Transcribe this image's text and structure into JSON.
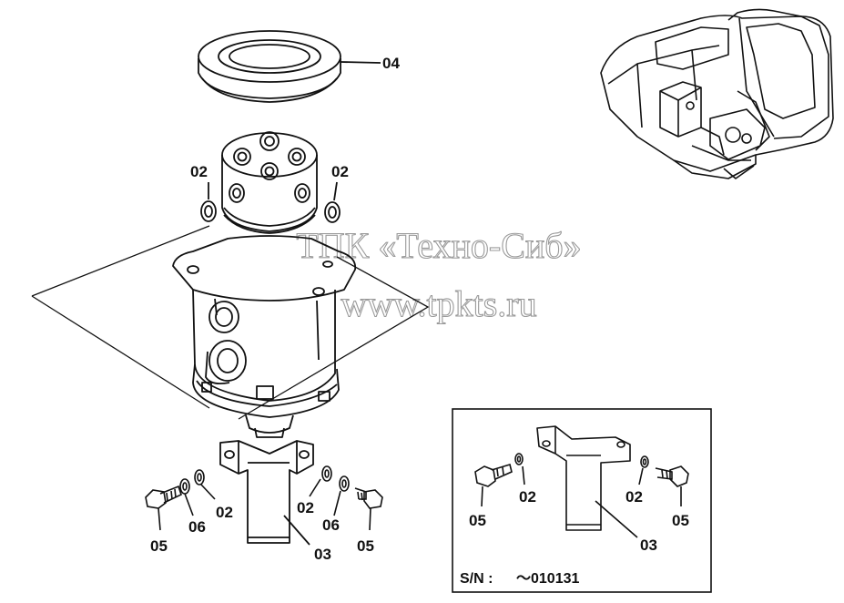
{
  "watermark": {
    "line1": "ТПК «Техно-Сиб»",
    "line2": "www.tpkts.ru"
  },
  "callouts": {
    "seal_ring": "04",
    "oring_upper_left": "02",
    "oring_upper_right": "02",
    "washer_left": "02",
    "lockwasher_left": "06",
    "bolt_left": "05",
    "washer_right": "02",
    "lockwasher_right": "06",
    "bolt_right": "05",
    "bracket_main": "03",
    "inset_washer_left": "02",
    "inset_bolt_left": "05",
    "inset_washer_right": "02",
    "inset_bolt_right": "05",
    "inset_bracket": "03"
  },
  "inset": {
    "serial_label": "S/N :",
    "serial_value": "～010131"
  },
  "colors": {
    "ink": "#111111",
    "watermark": "#9a9a9a",
    "background": "#ffffff"
  }
}
